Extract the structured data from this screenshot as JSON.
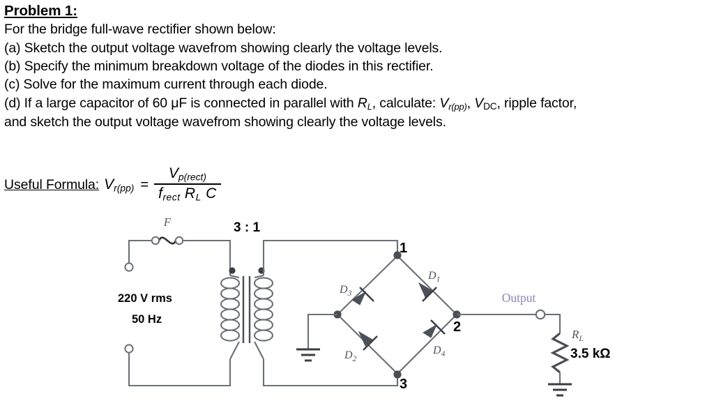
{
  "document": {
    "heading": "Problem 1:",
    "intro": "For the bridge full-wave rectifier shown below:",
    "items": [
      "(a)  Sketch the output voltage wavefrom showing clearly the voltage levels.",
      "(b)  Specify the minimum breakdown voltage of the diodes in this rectifier.",
      "(c)  Solve for the maximum current through each diode."
    ],
    "item_d_prefix": "(d) If a large capacitor of 60 ",
    "item_d_mu": "μ",
    "item_d_mid1": "F is connected in parallel with ",
    "item_d_RL": "R",
    "item_d_RL_sub": "L",
    "item_d_mid2": ", calculate: ",
    "item_d_V1": "V",
    "item_d_V1_sub": "r(pp)",
    "item_d_mid3": ",  ",
    "item_d_V2": "V",
    "item_d_V2_sub": "DC",
    "item_d_suffix": ", ripple factor,",
    "item_d_line2": "and sketch the output voltage wavefrom showing clearly the voltage levels."
  },
  "formula": {
    "label": "Useful Formula:",
    "lhs_V": "V",
    "lhs_sub": "r(pp)",
    "equals": "=",
    "numerator_V": "V",
    "numerator_sub": "p(rect)",
    "denominator_f": "f",
    "denominator_f_sub": "rect",
    "denominator_R": "R",
    "denominator_R_sub": "L",
    "denominator_C": "C"
  },
  "circuit": {
    "fuse_label": "F",
    "turns_ratio": "3 : 1",
    "source_voltage": "220 V rms",
    "source_frequency": "50 Hz",
    "diodes": [
      {
        "id": "D3",
        "letter": "D",
        "sub": "3"
      },
      {
        "id": "D1",
        "letter": "D",
        "sub": "1"
      },
      {
        "id": "D2",
        "letter": "D",
        "sub": "2"
      },
      {
        "id": "D4",
        "letter": "D",
        "sub": "4"
      }
    ],
    "nodes": [
      "1",
      "2",
      "3"
    ],
    "output_label": "Output",
    "load_symbol": "R",
    "load_symbol_sub": "L",
    "load_value": "3.5 kΩ",
    "colors": {
      "wire": "#6b6f76",
      "wire_dark": "#3a3d42",
      "node_dot": "#4a4d54",
      "diode_fill": "#4c5159",
      "output_text": "#8c85bb",
      "label_gray": "#555a63",
      "text": "#000000"
    }
  }
}
